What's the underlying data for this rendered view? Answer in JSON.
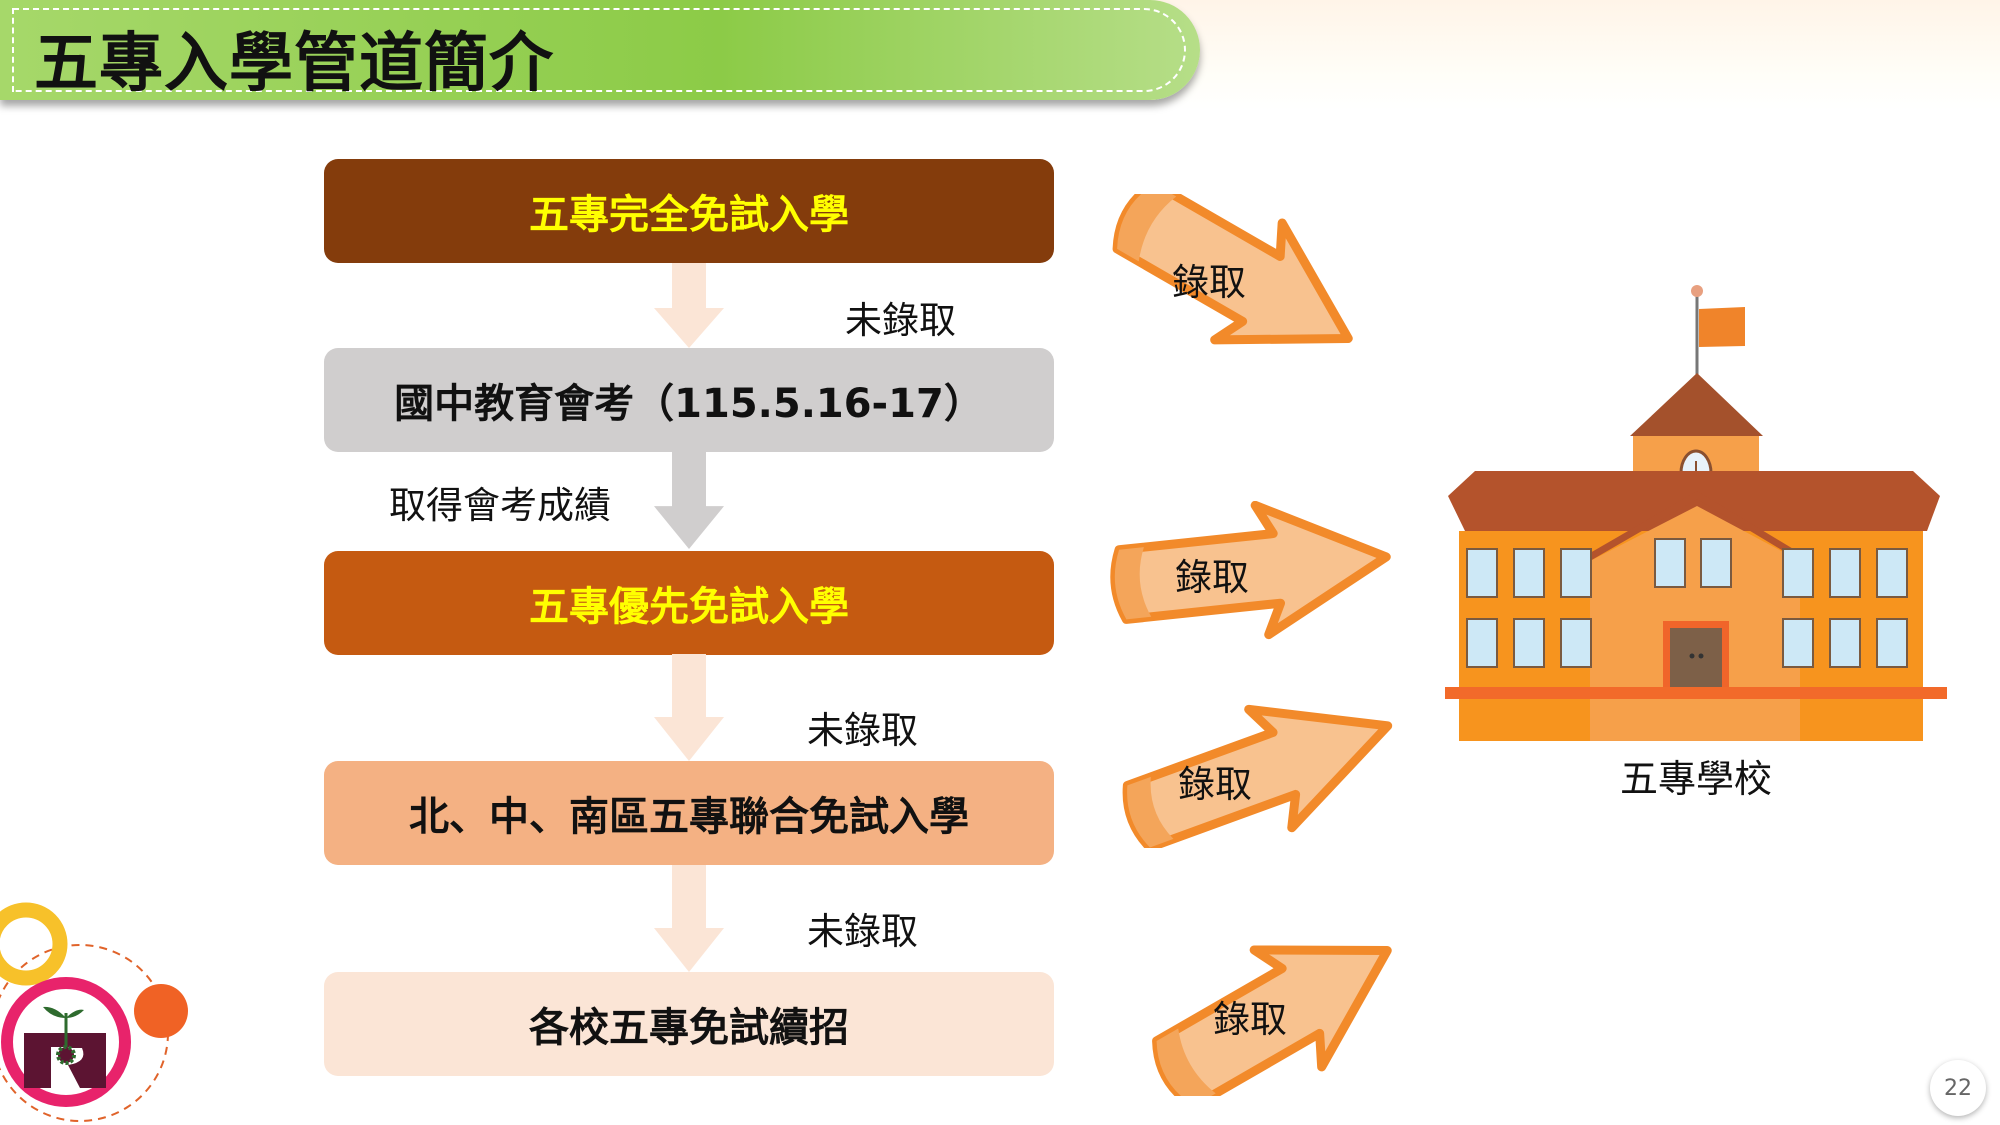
{
  "title": "五專入學管道簡介",
  "steps": [
    {
      "label": "五專完全免試入學",
      "bg": "#843c0c",
      "color": "#ffff00"
    },
    {
      "label": "國中教育會考（115.5.16-17）",
      "bg": "#d0cece",
      "color": "#111111"
    },
    {
      "label": "五專優先免試入學",
      "bg": "#c55a11",
      "color": "#ffff00"
    },
    {
      "label": "北、中、南區五專聯合免試入學",
      "bg": "#f4b183",
      "color": "#111111"
    },
    {
      "label": "各校五專免試續招",
      "bg": "#fbe5d6",
      "color": "#111111"
    }
  ],
  "connectors": [
    "未錄取",
    "取得會考成績",
    "未錄取",
    "未錄取"
  ],
  "admit_arrows": [
    "錄取",
    "錄取",
    "錄取",
    "錄取"
  ],
  "school_label": "五專學校",
  "page_number": "22"
}
